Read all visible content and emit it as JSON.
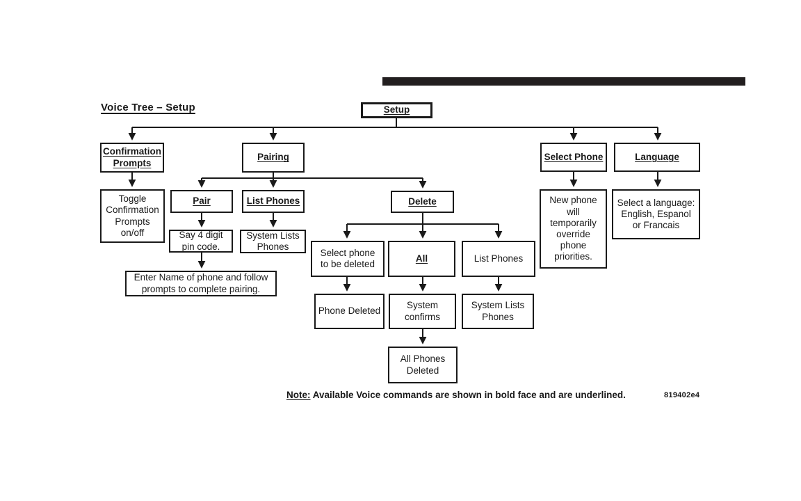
{
  "page": {
    "title": "Voice Tree – Setup",
    "figure_code": "819402e4",
    "note": {
      "label": "Note:",
      "text": " Available Voice commands are shown in bold face and are underlined."
    }
  },
  "colors": {
    "ink": "#1a1a1a",
    "background": "#ffffff",
    "rule_bar": "#221e1f"
  },
  "nodes": {
    "setup": {
      "label": "Setup",
      "command": true
    },
    "confirmation_prompts": {
      "label": "Confirmation\nPrompts",
      "command": true
    },
    "pairing": {
      "label": "Pairing",
      "command": true
    },
    "select_phone": {
      "label": "Select Phone",
      "command": true
    },
    "language": {
      "label": "Language",
      "command": true
    },
    "toggle_confirmation": {
      "label": "Toggle\nConfirmation\nPrompts\non/off",
      "command": false
    },
    "pair": {
      "label": "Pair",
      "command": true
    },
    "list_phones_pairing": {
      "label": "List Phones",
      "command": true
    },
    "delete": {
      "label": "Delete",
      "command": true
    },
    "new_phone_override": {
      "label": "New phone\nwill\ntemporarily\noverride\nphone\npriorities.",
      "command": false
    },
    "select_language": {
      "label": "Select a language:\nEnglish, Espanol\nor Francais",
      "command": false
    },
    "say_pin": {
      "label": "Say 4 digit\npin code.",
      "command": false
    },
    "system_lists_phones_1": {
      "label": "System Lists\nPhones",
      "command": false
    },
    "enter_name": {
      "label": "Enter Name of phone and follow\nprompts to complete pairing.",
      "command": false
    },
    "select_phone_to_delete": {
      "label": "Select phone\nto be deleted",
      "command": false
    },
    "all": {
      "label": "All",
      "command": true
    },
    "list_phones_delete": {
      "label": "List Phones",
      "command": false
    },
    "phone_deleted": {
      "label": "Phone Deleted",
      "command": false
    },
    "system_confirms": {
      "label": "System\nconfirms",
      "command": false
    },
    "system_lists_phones_2": {
      "label": "System Lists\nPhones",
      "command": false
    },
    "all_phones_deleted": {
      "label": "All Phones\nDeleted",
      "command": false
    }
  }
}
